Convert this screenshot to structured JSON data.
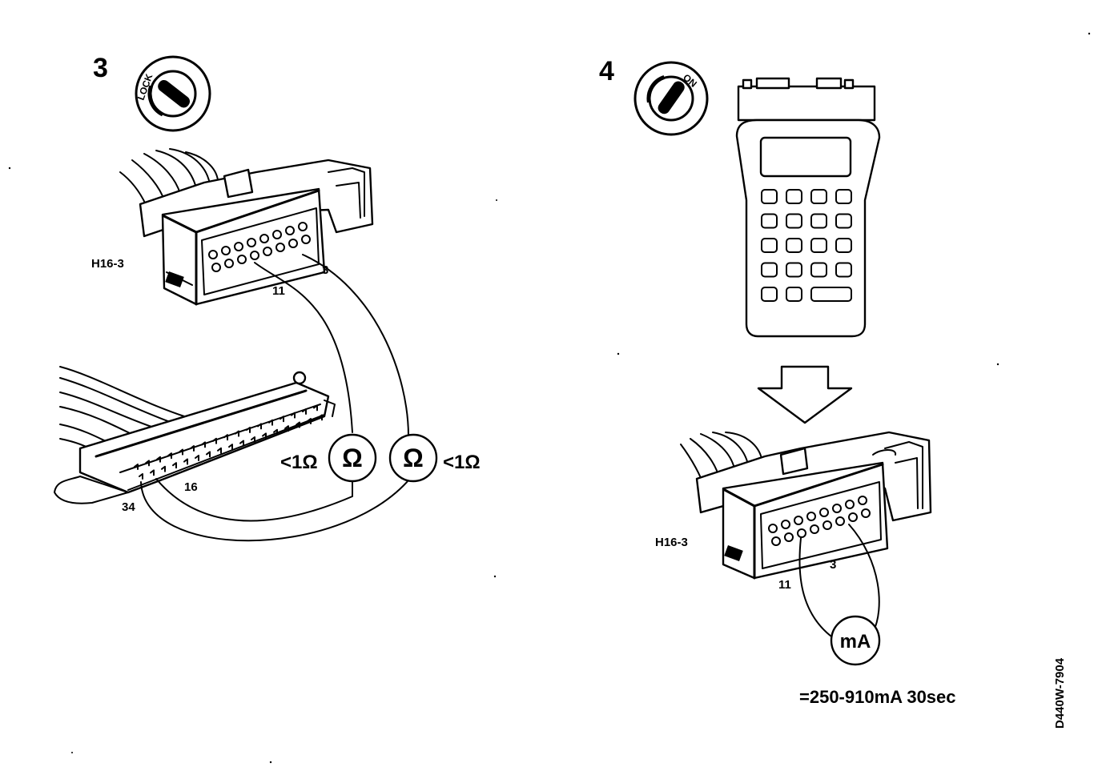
{
  "steps": [
    {
      "number": "3",
      "switch_text": "LOCK",
      "connector_label": "H16-3",
      "connector_pins": [
        "3",
        "11"
      ],
      "ecu_pins": [
        "16",
        "34"
      ],
      "meters": [
        {
          "symbol": "Ω",
          "reading": "<1Ω"
        },
        {
          "symbol": "Ω",
          "reading": "<1Ω"
        }
      ]
    },
    {
      "number": "4",
      "switch_text": "ON",
      "connector_label": "H16-3",
      "connector_pins": [
        "3",
        "11"
      ],
      "meter_symbol": "mA",
      "spec_text": "=250-910mA  30sec"
    }
  ],
  "figure_ref": "D440W-7904",
  "icons": [
    "ignition-switch-lock-icon",
    "ignition-switch-on-icon",
    "diagnostic-tester-icon",
    "down-arrow-icon",
    "connector-icon",
    "ohmmeter-icon",
    "ammeter-icon"
  ]
}
